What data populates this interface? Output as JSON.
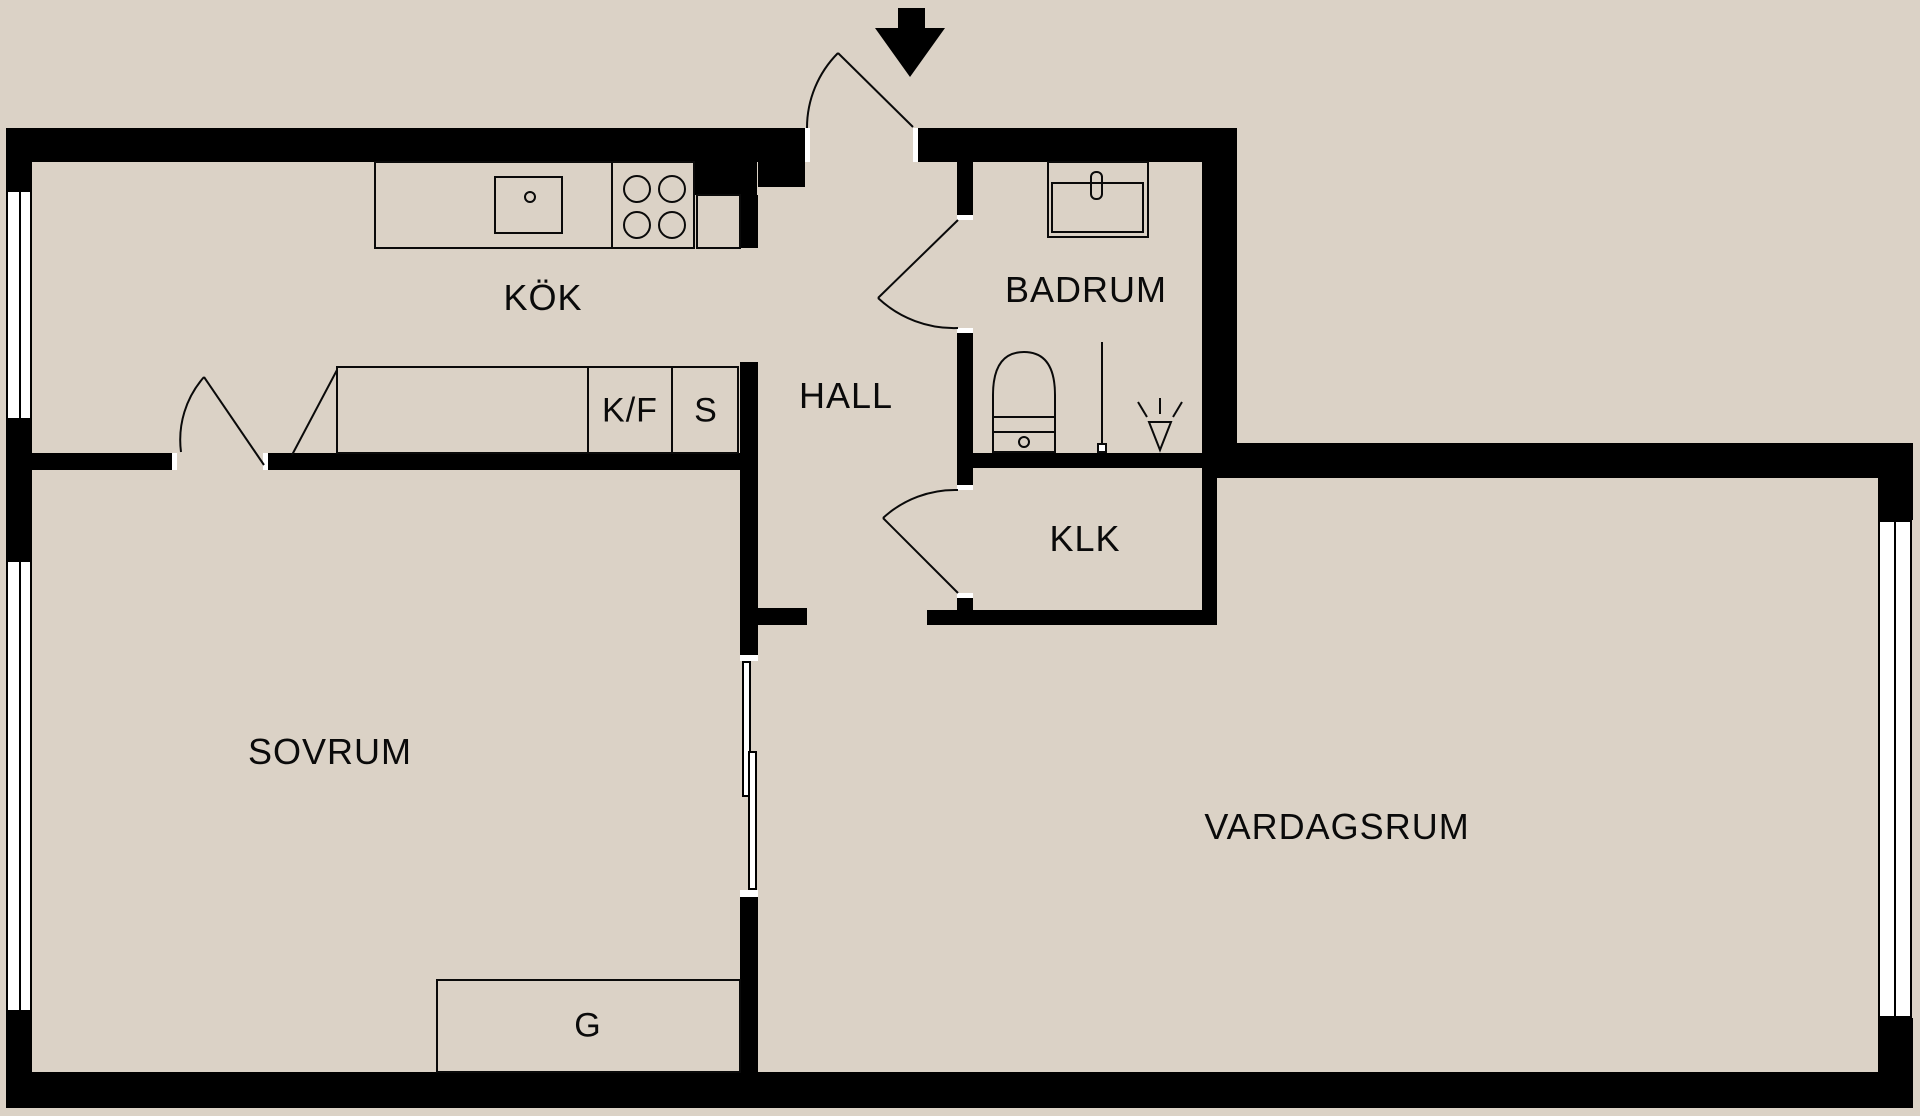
{
  "meta": {
    "drawing_type": "apartment floor plan"
  },
  "colors": {
    "background": "#dbd2c6",
    "wall": "#000000",
    "line": "#0a0a0a",
    "window_white": "#ffffff"
  },
  "rooms": {
    "kok": {
      "label": "KÖK"
    },
    "hall": {
      "label": "HALL"
    },
    "badrum": {
      "label": "BADRUM"
    },
    "klk": {
      "label": "KLK"
    },
    "sovrum": {
      "label": "SOVRUM"
    },
    "vardagsrum": {
      "label": "VARDAGSRUM"
    }
  },
  "storage": {
    "kf": {
      "label": "K/F"
    },
    "s": {
      "label": "S"
    },
    "g": {
      "label": "G"
    }
  },
  "icons": {
    "entry_arrow": "entry-arrow-icon",
    "stove": "stove-icon",
    "kitchen_sink": "kitchen-sink-icon",
    "bathroom_sink": "bathroom-sink-icon",
    "toilet": "toilet-icon",
    "shower": "shower-icon"
  }
}
